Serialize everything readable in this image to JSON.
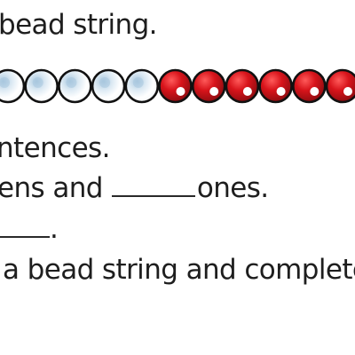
{
  "text": {
    "line1": "bead string.",
    "line3": "ntences.",
    "line4_start": "ens and",
    "line4_end": "ones.",
    "line5_end": ".",
    "line6": "a bead string and complete"
  },
  "bead_string": {
    "white_count": 5,
    "red_count": 6,
    "white_color": "#ffffff",
    "white_shine_color": "#a8c7de",
    "red_color": "#d8141b",
    "red_dark_color": "#8e0c10",
    "outline_color": "#111111"
  }
}
